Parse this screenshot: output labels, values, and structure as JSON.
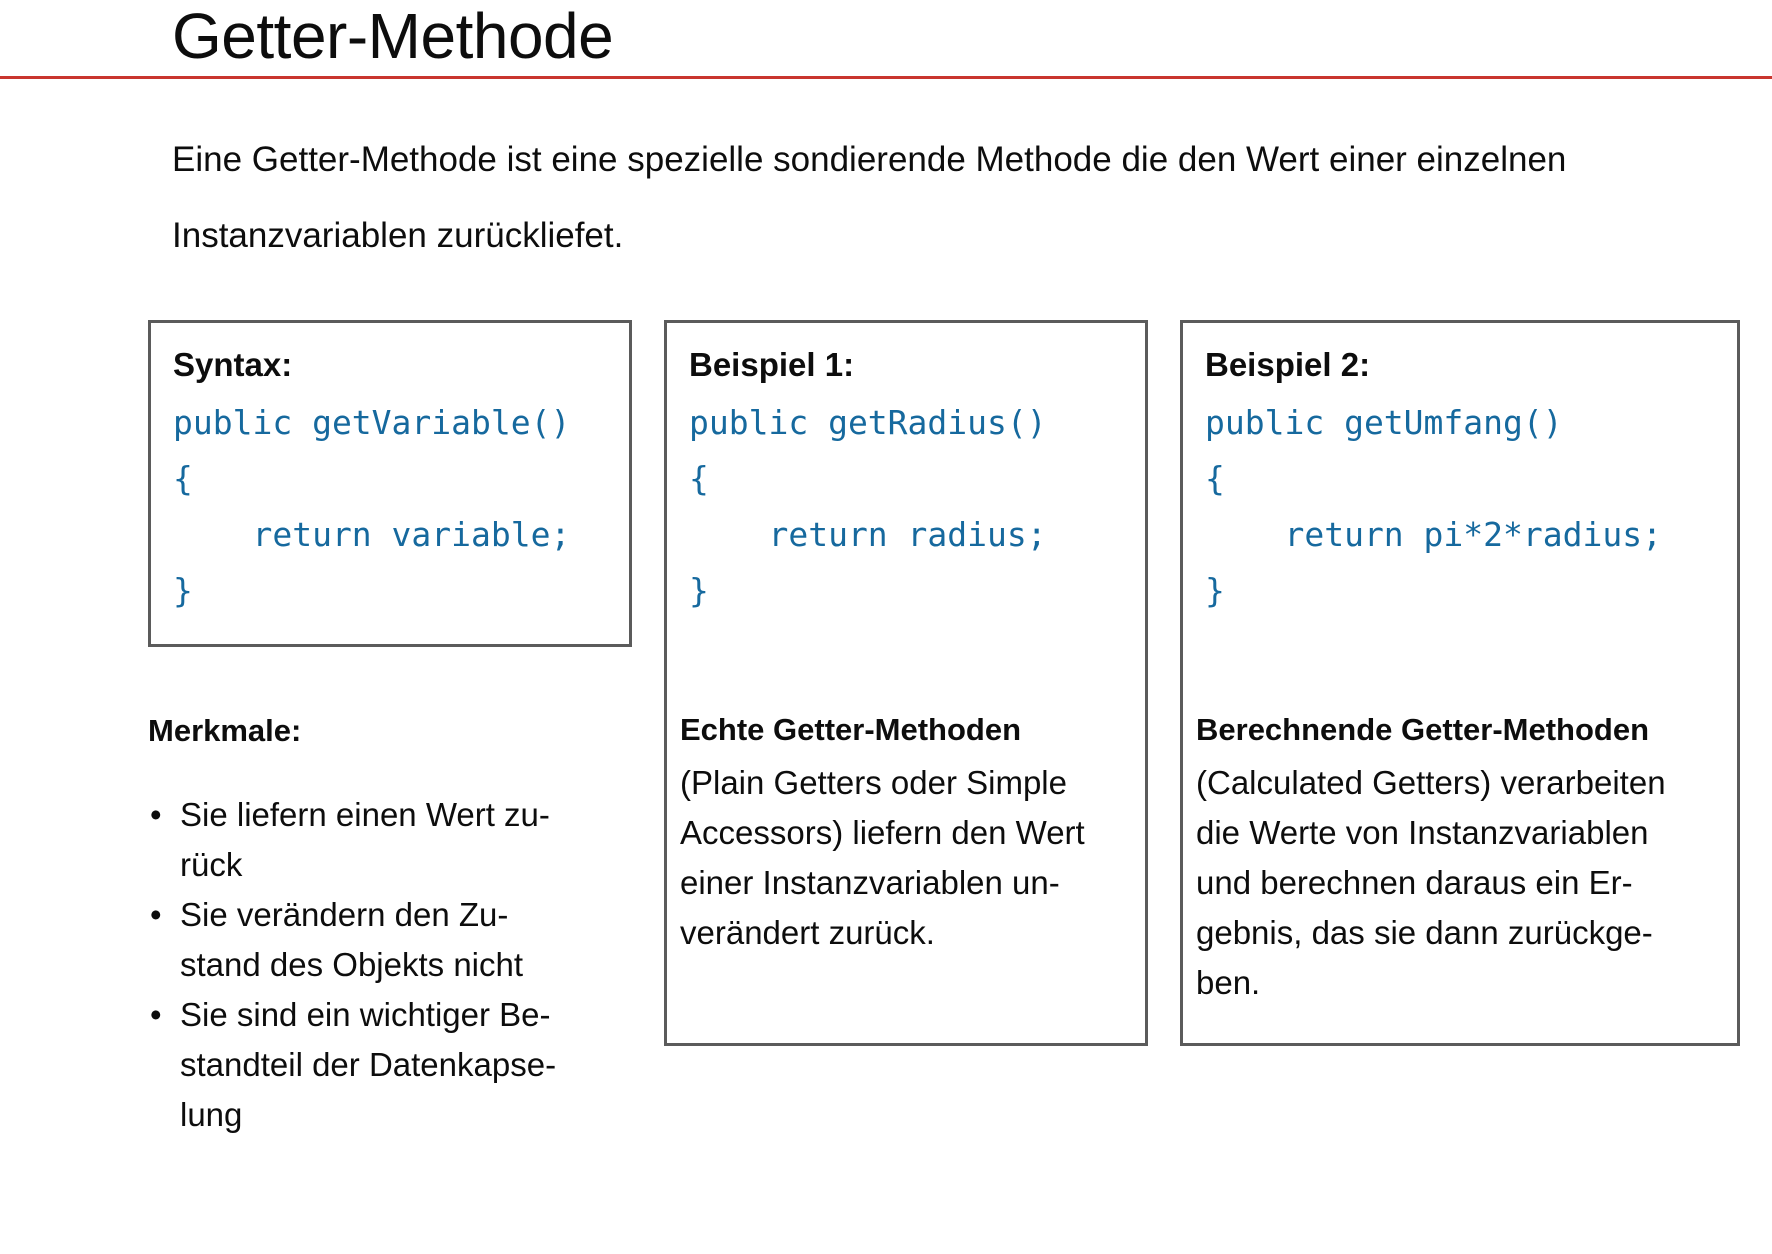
{
  "slide": {
    "title": "Getter-Methode",
    "rule_color": "#c9352e",
    "intro": "Eine Getter-Methode ist eine spezielle sondierende Methode die den Wert einer einzelnen Instanzvariablen zurückliefet."
  },
  "code_color": "#16699e",
  "box_border_color": "#5b5b5b",
  "columns": [
    {
      "heading": "Syntax:",
      "code": "public getVariable()\n{\n    return variable;\n}"
    },
    {
      "heading": "Beispiel 1:",
      "code": "public getRadius()\n{\n    return radius;\n}"
    },
    {
      "heading": "Beispiel 2:",
      "code": "public getUmfang()\n{\n    return pi*2*radius;\n}"
    }
  ],
  "merkmale": {
    "title": "Merkmale:",
    "items": [
      "Sie liefern einen Wert zu-\nrück",
      "Sie verändern den Zu-\nstand des Objekts nicht",
      "Sie sind ein wichtiger Be-\nstandteil der Datenkapse-\nlung"
    ]
  },
  "descriptions": [
    {
      "title": "Echte Getter-Methoden",
      "body": "(Plain Getters oder Simple\nAccessors) liefern den Wert\neiner Instanzvariablen un-\nverändert zurück."
    },
    {
      "title": "Berechnende Getter-Methoden",
      "body": "(Calculated Getters) verarbeiten\ndie Werte von Instanzvariablen\nund berechnen daraus ein Er-\ngebnis, das sie dann zurückge-\nben."
    }
  ]
}
